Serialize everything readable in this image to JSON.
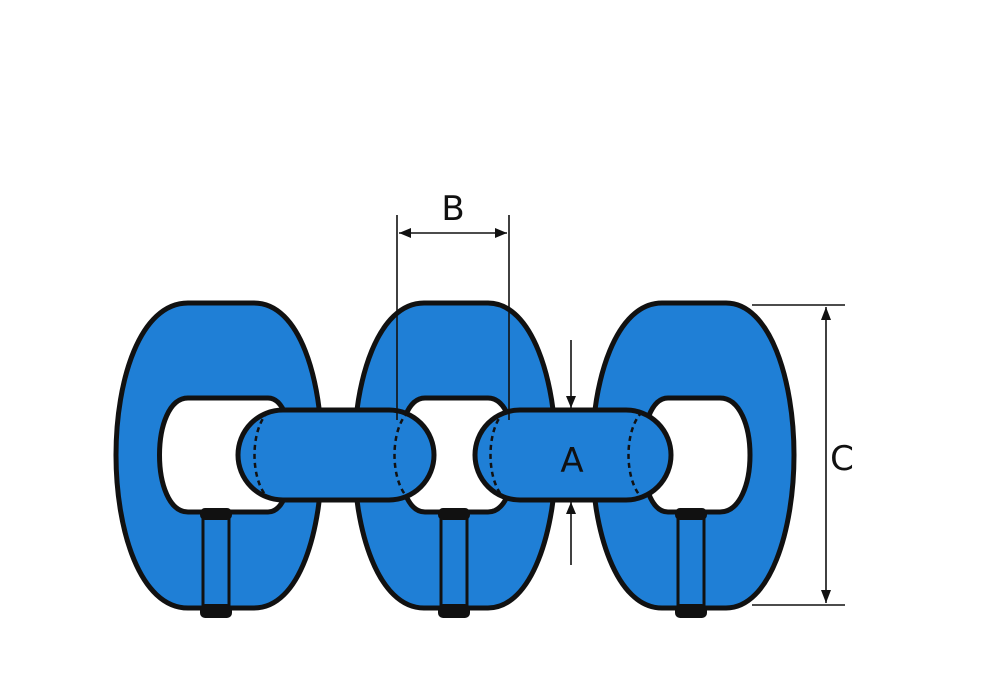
{
  "labels": {
    "pitch": "B",
    "material_diameter": "A",
    "outside_width": "C"
  },
  "colors": {
    "link_fill": "#1F7FD6",
    "outline": "#111111",
    "background": "#FFFFFF"
  }
}
